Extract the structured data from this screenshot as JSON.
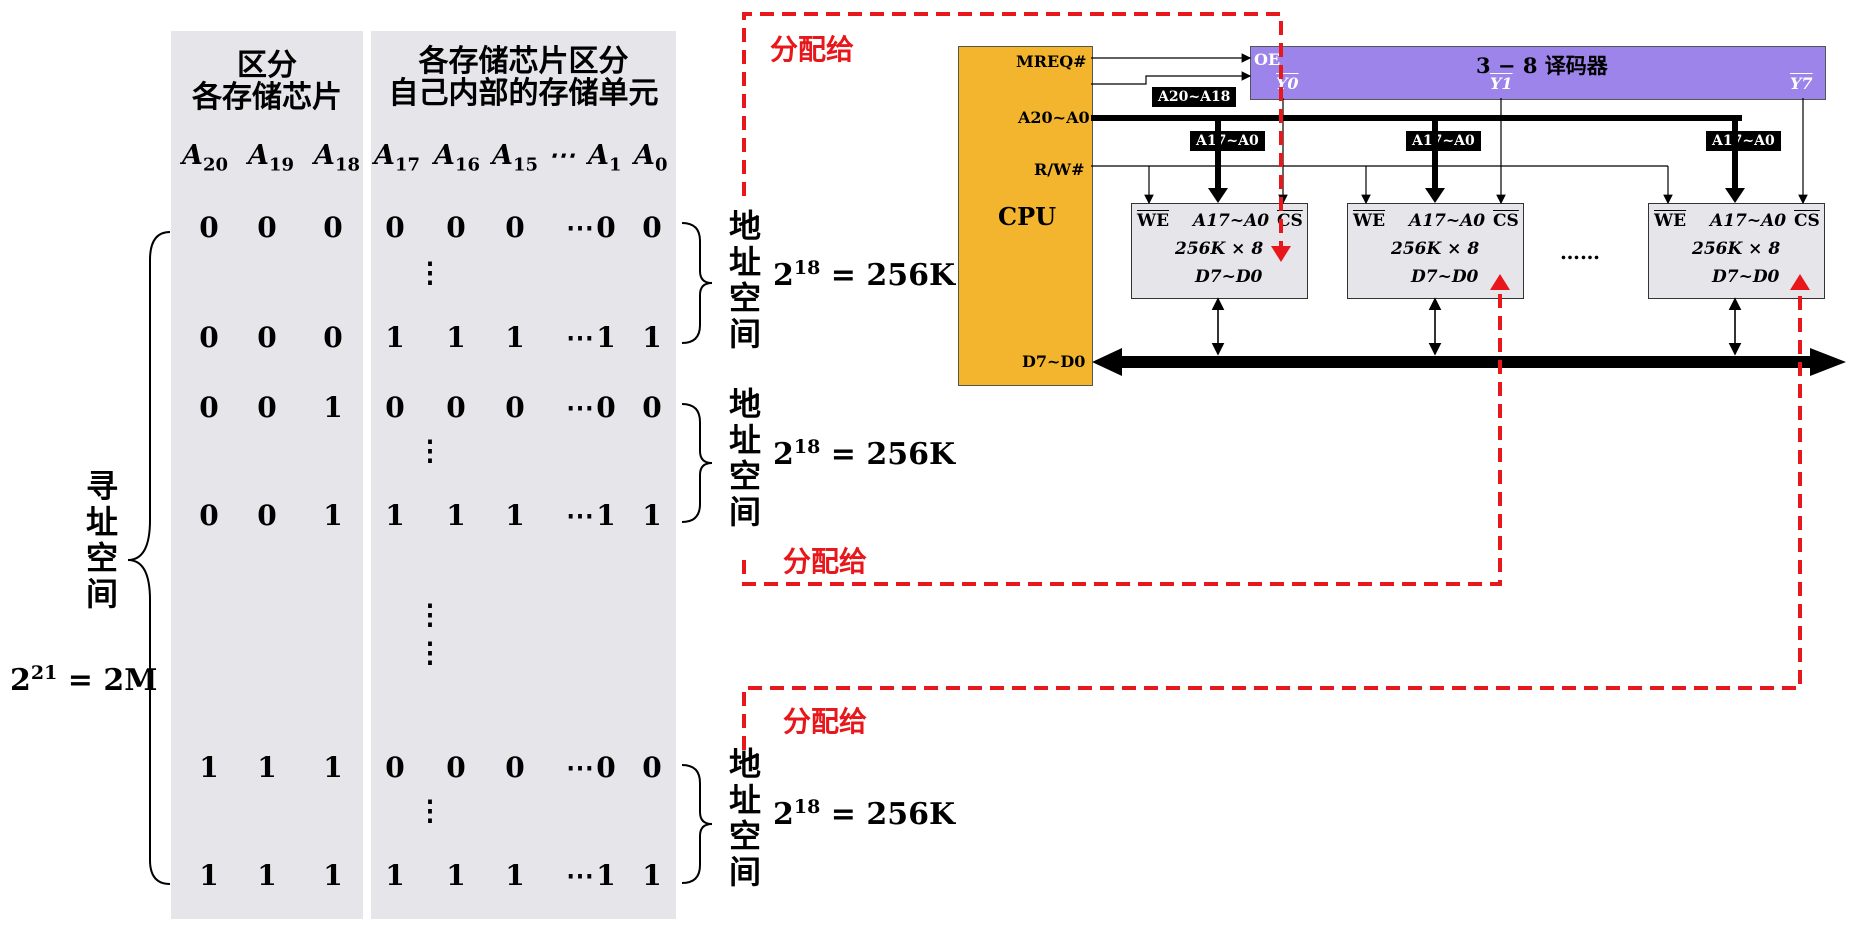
{
  "panel_left": {
    "title_line1": "区分",
    "title_line2": "各存储芯片"
  },
  "panel_right": {
    "title_line1": "各存储芯片区分",
    "title_line2": "自己内部的存储单元"
  },
  "column_headers": [
    {
      "base": "A",
      "sub": "20"
    },
    {
      "base": "A",
      "sub": "19"
    },
    {
      "base": "A",
      "sub": "18"
    },
    {
      "base": "A",
      "sub": "17"
    },
    {
      "base": "A",
      "sub": "16"
    },
    {
      "base": "A",
      "sub": "15"
    },
    {
      "base": "⋯",
      "sub": ""
    },
    {
      "base": "A",
      "sub": "1"
    },
    {
      "base": "A",
      "sub": "0"
    }
  ],
  "rows": [
    [
      "0",
      "0",
      "0",
      "0",
      "0",
      "0",
      "⋯",
      "0",
      "0"
    ],
    [
      "0",
      "0",
      "0",
      "1",
      "1",
      "1",
      "⋯",
      "1",
      "1"
    ],
    [
      "0",
      "0",
      "1",
      "0",
      "0",
      "0",
      "⋯",
      "0",
      "0"
    ],
    [
      "0",
      "0",
      "1",
      "1",
      "1",
      "1",
      "⋯",
      "1",
      "1"
    ],
    [
      "1",
      "1",
      "1",
      "0",
      "0",
      "0",
      "⋯",
      "0",
      "0"
    ],
    [
      "1",
      "1",
      "1",
      "1",
      "1",
      "1",
      "⋯",
      "1",
      "1"
    ]
  ],
  "vertical_dots": "⋮",
  "address_space_label": [
    "地",
    "址",
    "空",
    "间"
  ],
  "addressing_space_label": [
    "寻",
    "址",
    "空",
    "间"
  ],
  "chip_space_eq": {
    "base": "2",
    "exp": "18",
    "rest": " = 256K"
  },
  "total_space_eq": {
    "base": "2",
    "exp": "21",
    "rest": " = 2M"
  },
  "assign_label": "分配给",
  "cpu": {
    "label": "CPU",
    "pins": {
      "mreq": "MREQ#",
      "addr": "A20~A0",
      "rw": "R/W#",
      "data": "D7~D0"
    }
  },
  "decoder": {
    "title": "3 − 8 译码器",
    "oe": "OE",
    "y0": "Y0",
    "y1": "Y1",
    "y7": "Y7"
  },
  "tags": {
    "high_addr": "A20~A18",
    "low_addr": "A17~A0"
  },
  "chip": {
    "we": "WE",
    "addr": "A17~A0",
    "cs": "CS",
    "size": "256K × 8",
    "data": "D7~D0"
  },
  "ellipsis": "……",
  "colors": {
    "panel": "#e6e6ea",
    "cpu": "#f3b52e",
    "decoder": "#9c84ea",
    "assign": "#e8171b"
  }
}
